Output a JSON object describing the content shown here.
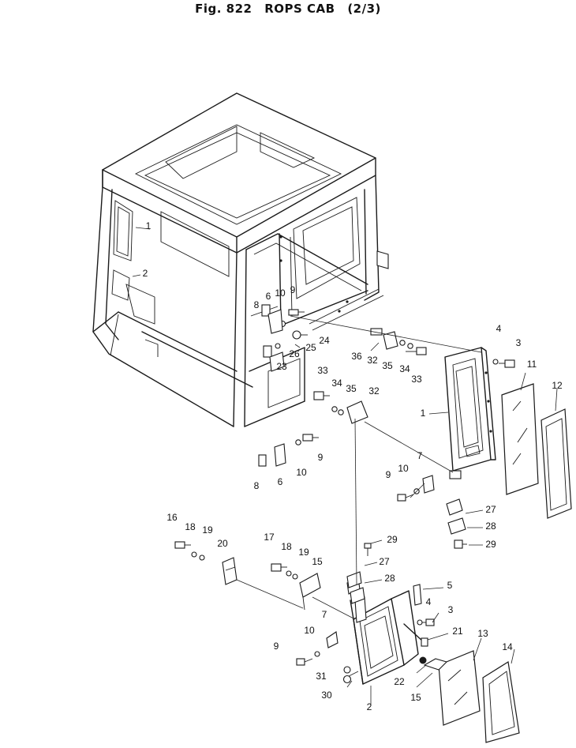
{
  "figure": {
    "fig_label": "Fig. 822",
    "title": "ROPS CAB",
    "page_fraction": "(2/3)"
  },
  "callouts": [
    {
      "id": "c1a",
      "text": "1"
    },
    {
      "id": "c2a",
      "text": "2"
    },
    {
      "id": "c8a",
      "text": "8"
    },
    {
      "id": "c6a",
      "text": "6"
    },
    {
      "id": "c10a",
      "text": "10"
    },
    {
      "id": "c9a",
      "text": "9"
    },
    {
      "id": "c25",
      "text": "25"
    },
    {
      "id": "c24",
      "text": "24"
    },
    {
      "id": "c26",
      "text": "26"
    },
    {
      "id": "c23",
      "text": "23"
    },
    {
      "id": "c36",
      "text": "36"
    },
    {
      "id": "c32a",
      "text": "32"
    },
    {
      "id": "c35a",
      "text": "35"
    },
    {
      "id": "c34a",
      "text": "34"
    },
    {
      "id": "c33a",
      "text": "33"
    },
    {
      "id": "c4a",
      "text": "4"
    },
    {
      "id": "c3a",
      "text": "3"
    },
    {
      "id": "c11",
      "text": "11"
    },
    {
      "id": "c12",
      "text": "12"
    },
    {
      "id": "c33b",
      "text": "33"
    },
    {
      "id": "c34b",
      "text": "34"
    },
    {
      "id": "c35b",
      "text": "35"
    },
    {
      "id": "c32b",
      "text": "32"
    },
    {
      "id": "c1b",
      "text": "1"
    },
    {
      "id": "c8b",
      "text": "8"
    },
    {
      "id": "c6b",
      "text": "6"
    },
    {
      "id": "c10b",
      "text": "10"
    },
    {
      "id": "c9b",
      "text": "9"
    },
    {
      "id": "c7a",
      "text": "7"
    },
    {
      "id": "c10c",
      "text": "10"
    },
    {
      "id": "c9c",
      "text": "9"
    },
    {
      "id": "c27a",
      "text": "27"
    },
    {
      "id": "c28a",
      "text": "28"
    },
    {
      "id": "c29a",
      "text": "29"
    },
    {
      "id": "c16",
      "text": "16"
    },
    {
      "id": "c18a",
      "text": "18"
    },
    {
      "id": "c19a",
      "text": "19"
    },
    {
      "id": "c20",
      "text": "20"
    },
    {
      "id": "c17",
      "text": "17"
    },
    {
      "id": "c18b",
      "text": "18"
    },
    {
      "id": "c19b",
      "text": "19"
    },
    {
      "id": "c15a",
      "text": "15"
    },
    {
      "id": "c29b",
      "text": "29"
    },
    {
      "id": "c27b",
      "text": "27"
    },
    {
      "id": "c28b",
      "text": "28"
    },
    {
      "id": "c5",
      "text": "5"
    },
    {
      "id": "c4b",
      "text": "4"
    },
    {
      "id": "c3b",
      "text": "3"
    },
    {
      "id": "c7b",
      "text": "7"
    },
    {
      "id": "c10d",
      "text": "10"
    },
    {
      "id": "c9d",
      "text": "9"
    },
    {
      "id": "c21",
      "text": "21"
    },
    {
      "id": "c13",
      "text": "13"
    },
    {
      "id": "c14",
      "text": "14"
    },
    {
      "id": "c31",
      "text": "31"
    },
    {
      "id": "c30",
      "text": "30"
    },
    {
      "id": "c22",
      "text": "22"
    },
    {
      "id": "c15b",
      "text": "15"
    },
    {
      "id": "c2b",
      "text": "2"
    }
  ]
}
